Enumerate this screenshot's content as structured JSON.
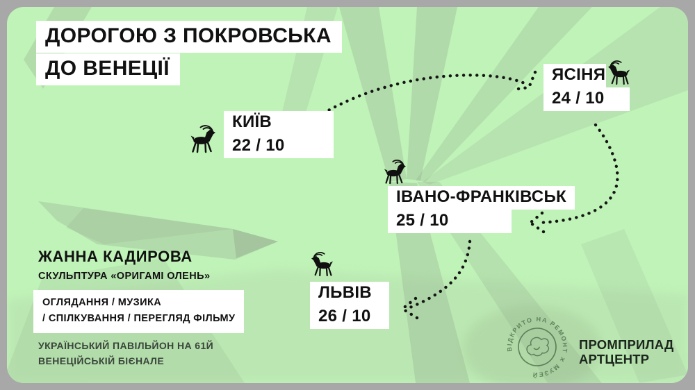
{
  "title": {
    "line1": "ДОРОГОЮ З ПОКРОВСЬКА",
    "line2": "ДО ВЕНЕЦІЇ"
  },
  "stops": [
    {
      "city": "КИЇВ",
      "date": "22 / 10"
    },
    {
      "city": "ЯСІНЯ",
      "date": "24 / 10"
    },
    {
      "city": "ІВАНО-ФРАНКІВСЬК",
      "date": "25 / 10"
    },
    {
      "city": "ЛЬВІВ",
      "date": "26 / 10"
    }
  ],
  "artist": {
    "name": "ЖАННА КАДИРОВА",
    "work_label": "СКУЛЬПТУРА ",
    "work_title": "«ОРИГАМІ ОЛЕНЬ»"
  },
  "activities": {
    "line1": "ОГЛЯДАННЯ / МУЗИКА",
    "line2": "/ СПІЛКУВАННЯ / ПЕРЕГЛЯД ФІЛЬМУ"
  },
  "pavilion": {
    "line1": "УКРАЇНСЬКИЙ ПАВІЛЬЙОН НА 61Й",
    "line2": "ВЕНЕЦІЙСЬКІЙ БІЄНАЛЕ"
  },
  "stamp": {
    "text": "ВІДКРИТО НА РЕМОНТ ✕ МУЗЕЙ "
  },
  "promprylad": {
    "line1": "ПРОМПРИЛАД",
    "line2": "АРТЦЕНТР"
  },
  "colors": {
    "background": "#c0f3b8",
    "frame": "#a8a8a8",
    "ink": "#111111",
    "panel": "#ffffff",
    "stamp": "#31522f"
  }
}
